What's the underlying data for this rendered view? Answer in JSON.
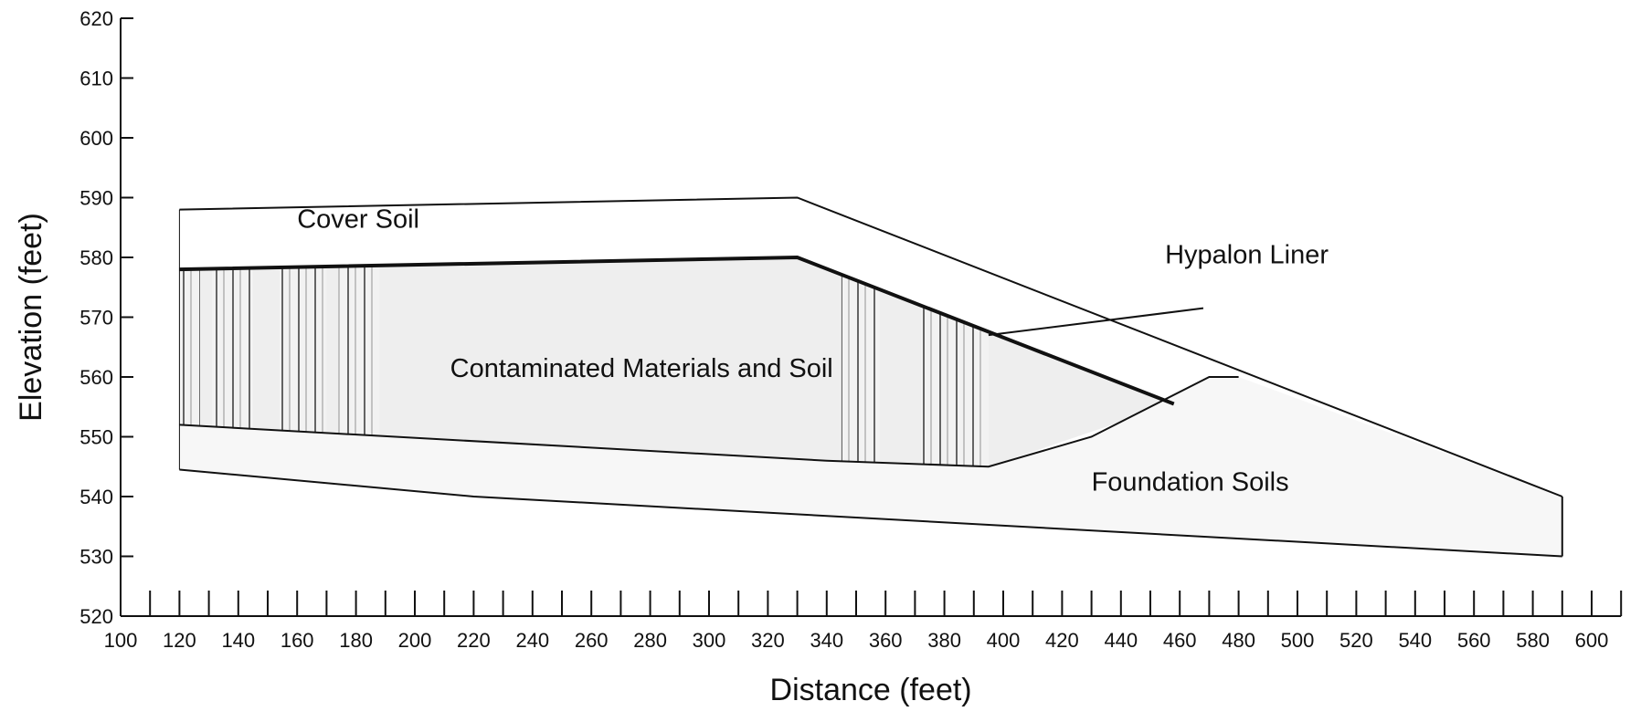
{
  "chart_data": {
    "type": "cross-section",
    "xlabel": "Distance (feet)",
    "ylabel": "Elevation (feet)",
    "xlim": [
      100,
      610
    ],
    "ylim": [
      520,
      620
    ],
    "x_ticks": [
      100,
      120,
      140,
      160,
      180,
      200,
      220,
      240,
      260,
      280,
      300,
      320,
      340,
      360,
      380,
      400,
      420,
      440,
      460,
      480,
      500,
      520,
      540,
      560,
      580,
      600
    ],
    "y_ticks": [
      520,
      530,
      540,
      550,
      560,
      570,
      580,
      590,
      600,
      610,
      620
    ],
    "layers": [
      {
        "name": "Cover Soil",
        "fill": "#ffffff",
        "points": [
          [
            120,
            588
          ],
          [
            330,
            590
          ],
          [
            590,
            540
          ],
          [
            458,
            555.5
          ],
          [
            330,
            580
          ],
          [
            120,
            578
          ]
        ]
      },
      {
        "name": "Contaminated Materials and Soil",
        "fill": "#eeeeee",
        "points": [
          [
            120,
            578
          ],
          [
            330,
            580
          ],
          [
            458,
            555.5
          ],
          [
            395,
            545
          ],
          [
            340,
            546
          ],
          [
            120,
            552
          ]
        ]
      },
      {
        "name": "Foundation Soils",
        "fill": "#f7f7f7",
        "points": [
          [
            120,
            544.5
          ],
          [
            120,
            552
          ],
          [
            340,
            546
          ],
          [
            395,
            545
          ],
          [
            430,
            550
          ],
          [
            470,
            560
          ],
          [
            480,
            560
          ],
          [
            590,
            540
          ],
          [
            590,
            530
          ],
          [
            220,
            540
          ]
        ]
      }
    ],
    "lines": [
      {
        "name": "Cover Soil surface",
        "points": [
          [
            120,
            588
          ],
          [
            330,
            590
          ],
          [
            590,
            540
          ]
        ]
      },
      {
        "name": "Hypalon Liner",
        "points": [
          [
            120,
            578
          ],
          [
            330,
            580
          ],
          [
            458,
            555.5
          ]
        ]
      },
      {
        "name": "Contaminated base",
        "points": [
          [
            120,
            552
          ],
          [
            340,
            546
          ],
          [
            395,
            545
          ],
          [
            430,
            550
          ],
          [
            470,
            560
          ],
          [
            480,
            560
          ]
        ]
      },
      {
        "name": "Foundation base",
        "points": [
          [
            120,
            544.5
          ],
          [
            220,
            540
          ],
          [
            590,
            530
          ]
        ]
      }
    ],
    "annotations": [
      {
        "text": "Cover Soil",
        "x": 160,
        "y": 585
      },
      {
        "text": "Hypalon Liner",
        "x": 455,
        "y": 579
      },
      {
        "text": "Contaminated Materials and Soil",
        "x": 212,
        "y": 560
      },
      {
        "text": "Foundation Soils",
        "x": 430,
        "y": 541
      }
    ],
    "leader_line": {
      "from": [
        468,
        571.5
      ],
      "to": [
        395,
        567
      ]
    }
  }
}
